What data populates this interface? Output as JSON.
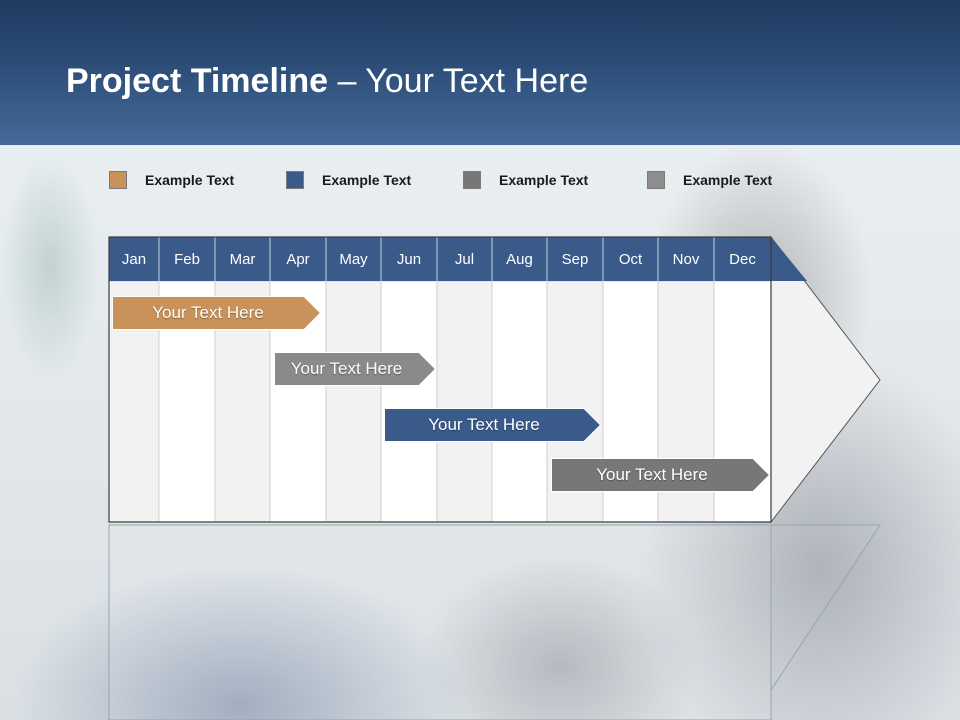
{
  "title": {
    "bold": "Project Timeline",
    "separator": " – ",
    "rest": "Your Text Here"
  },
  "legend": [
    {
      "label": "Example Text",
      "color": "#c8925a"
    },
    {
      "label": "Example Text",
      "color": "#3a5a8a"
    },
    {
      "label": "Example Text",
      "color": "#777777"
    },
    {
      "label": "Example Text",
      "color": "#8e8e8e"
    }
  ],
  "months": [
    "Jan",
    "Feb",
    "Mar",
    "Apr",
    "May",
    "Jun",
    "Jul",
    "Aug",
    "Sep",
    "Oct",
    "Nov",
    "Dec"
  ],
  "tasks": [
    {
      "label": "Your  Text Here",
      "color": "#c8925a",
      "start_month": "Jan",
      "end_month": "Apr"
    },
    {
      "label": "Your  Text Here",
      "color": "#8a8a8a",
      "start_month": "Apr",
      "end_month": "Jun"
    },
    {
      "label": "Your  Text Here",
      "color": "#3a5a8a",
      "start_month": "Jun",
      "end_month": "Sep"
    },
    {
      "label": "Your  Text Here",
      "color": "#777777",
      "start_month": "Sep",
      "end_month": "Dec"
    }
  ],
  "colors": {
    "header_band": "#2c4d78",
    "month_bar": "#3a5a8a",
    "column_light": "#f2f2f2",
    "column_white": "#ffffff"
  }
}
